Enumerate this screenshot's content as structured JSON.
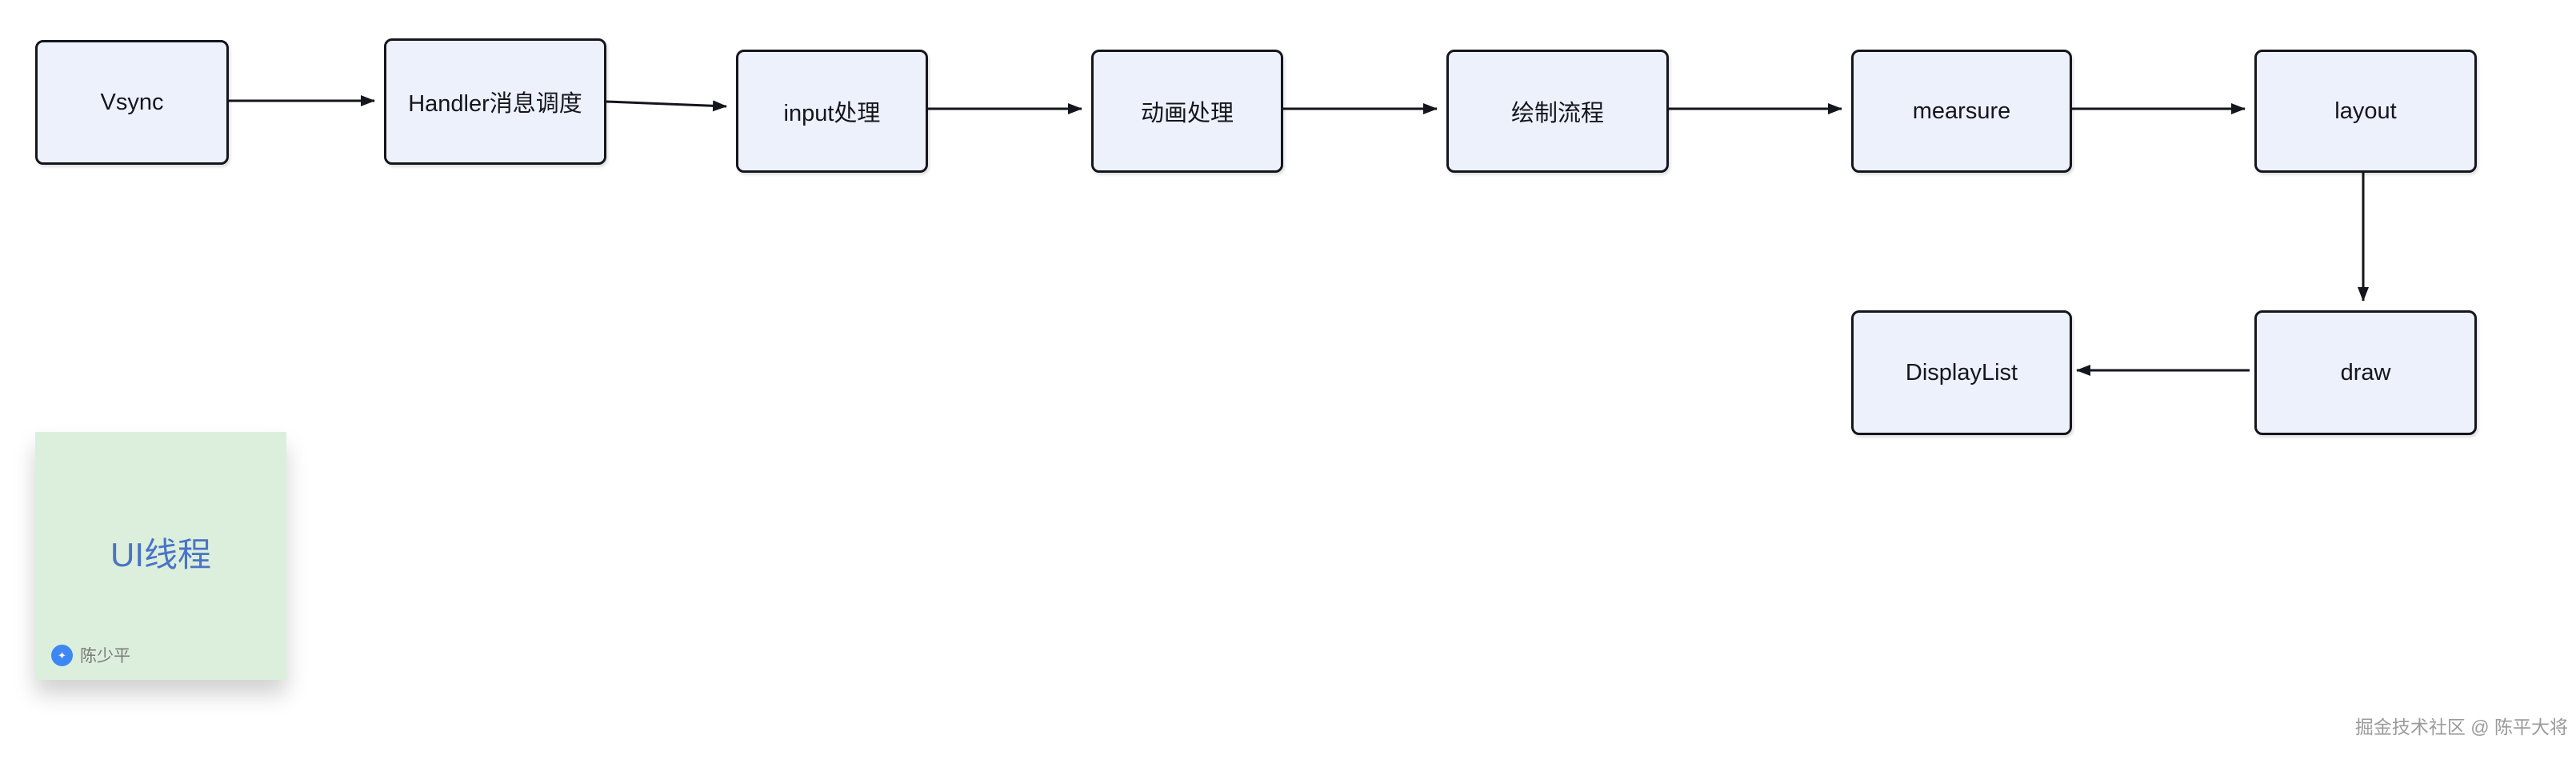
{
  "diagram": {
    "nodes": [
      {
        "id": "vsync",
        "label": "Vsync"
      },
      {
        "id": "handler-dispatch",
        "label": "Handler消息调度"
      },
      {
        "id": "input-handling",
        "label": "input处理"
      },
      {
        "id": "animation",
        "label": "动画处理"
      },
      {
        "id": "draw-flow",
        "label": "绘制流程"
      },
      {
        "id": "mearsure",
        "label": "mearsure"
      },
      {
        "id": "layout",
        "label": "layout"
      },
      {
        "id": "draw",
        "label": "draw"
      },
      {
        "id": "display-list",
        "label": "DisplayList"
      }
    ],
    "edges": [
      {
        "from": "vsync",
        "to": "handler-dispatch"
      },
      {
        "from": "handler-dispatch",
        "to": "input-handling"
      },
      {
        "from": "input-handling",
        "to": "animation"
      },
      {
        "from": "animation",
        "to": "draw-flow"
      },
      {
        "from": "draw-flow",
        "to": "mearsure"
      },
      {
        "from": "mearsure",
        "to": "layout"
      },
      {
        "from": "layout",
        "to": "draw"
      },
      {
        "from": "draw",
        "to": "display-list"
      }
    ],
    "group": {
      "label": "UI线程",
      "author": "陈少平",
      "avatar_glyph": "✦"
    }
  },
  "watermark": "掘金技术社区 @ 陈平大将",
  "colors": {
    "node_bg": "#edf1fb",
    "node_border": "#15151e",
    "arrow": "#15151e",
    "group_bg": "#dcefdc",
    "group_label": "#4a73c8",
    "avatar": "#3d87f5",
    "watermark": "#9b9b9b"
  }
}
